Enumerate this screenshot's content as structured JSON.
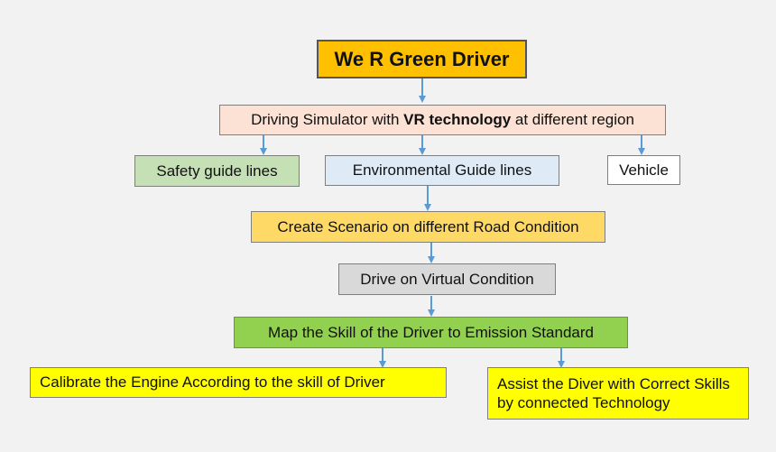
{
  "diagram": {
    "title": "We R Green Driver",
    "simulator": {
      "before": "Driving Simulator with ",
      "bold": "VR technology",
      "after": " at different region"
    },
    "safety": "Safety guide lines",
    "environmental": "Environmental Guide lines",
    "vehicle": "Vehicle",
    "scenario": "Create Scenario on different Road Condition",
    "drive": "Drive on Virtual Condition",
    "map_skill": "Map the Skill of the Driver to Emission Standard",
    "calibrate": "Calibrate the Engine According to the skill of Driver",
    "assist": "Assist the Diver with Correct Skills by connected Technology"
  },
  "colors": {
    "background": "#f2f2f2",
    "title_fill": "#ffc000",
    "simulator_fill": "#fbe2d5",
    "safety_fill": "#c5e0b4",
    "environmental_fill": "#deebf7",
    "vehicle_fill": "#ffffff",
    "scenario_fill": "#ffd966",
    "drive_fill": "#d9d9d9",
    "map_skill_fill": "#92d050",
    "yellow_fill": "#ffff00",
    "arrow": "#5b9bd5"
  }
}
